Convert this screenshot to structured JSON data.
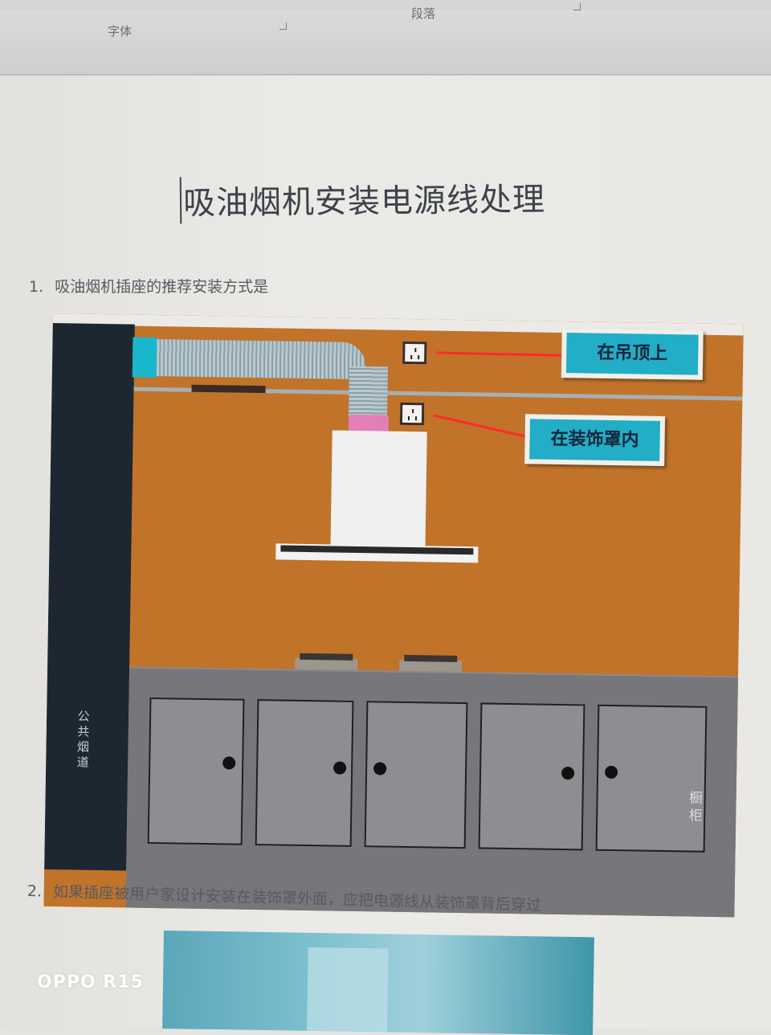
{
  "ribbon": {
    "groups": [
      {
        "label": "字体"
      },
      {
        "label": "段落"
      }
    ]
  },
  "document": {
    "title": "吸油烟机安装电源线处理",
    "items": [
      {
        "number": "1.",
        "text": "吸油烟机插座的推荐安装方式是"
      },
      {
        "number": "2.",
        "text": "如果插座被用户家设计安装在装饰罩外面，应把电源线从装饰罩背后穿过"
      }
    ]
  },
  "figure1": {
    "callouts": [
      {
        "label": "在吊顶上"
      },
      {
        "label": "在装饰罩内"
      }
    ],
    "labels": {
      "shaft": "公共烟道",
      "cabinet": "橱柜"
    },
    "colors": {
      "wall": "#c1732a",
      "callout": "#21aec6",
      "pointer": "#ff2a2a",
      "shaft": "#1d2732",
      "counter": "#77767a"
    }
  },
  "watermark": {
    "text": "OPPO R15"
  }
}
